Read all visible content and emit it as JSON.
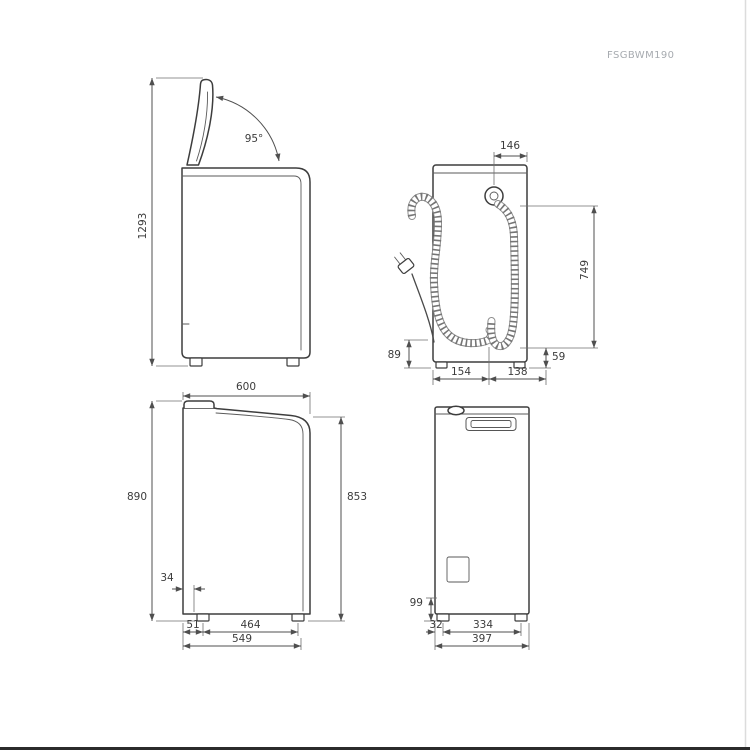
{
  "watermark": {
    "product_code": "FSGBWM190"
  },
  "views": {
    "side_open": {
      "lid_angle": "95°",
      "height_lid_open": "1293"
    },
    "back": {
      "inlet_offset": "146",
      "hose_height": "749",
      "drain_clearance": "89",
      "inlet_clearance": "59",
      "bottom_left": "154",
      "bottom_right": "138"
    },
    "side": {
      "depth_top": "600",
      "height_total": "890",
      "height_front": "853",
      "front_offset": "34",
      "rear_offset": "51",
      "feet_distance": "464",
      "base_depth": "549"
    },
    "front": {
      "base_height": "99",
      "foot_offset": "32",
      "feet_distance": "334",
      "base_width": "397"
    }
  }
}
